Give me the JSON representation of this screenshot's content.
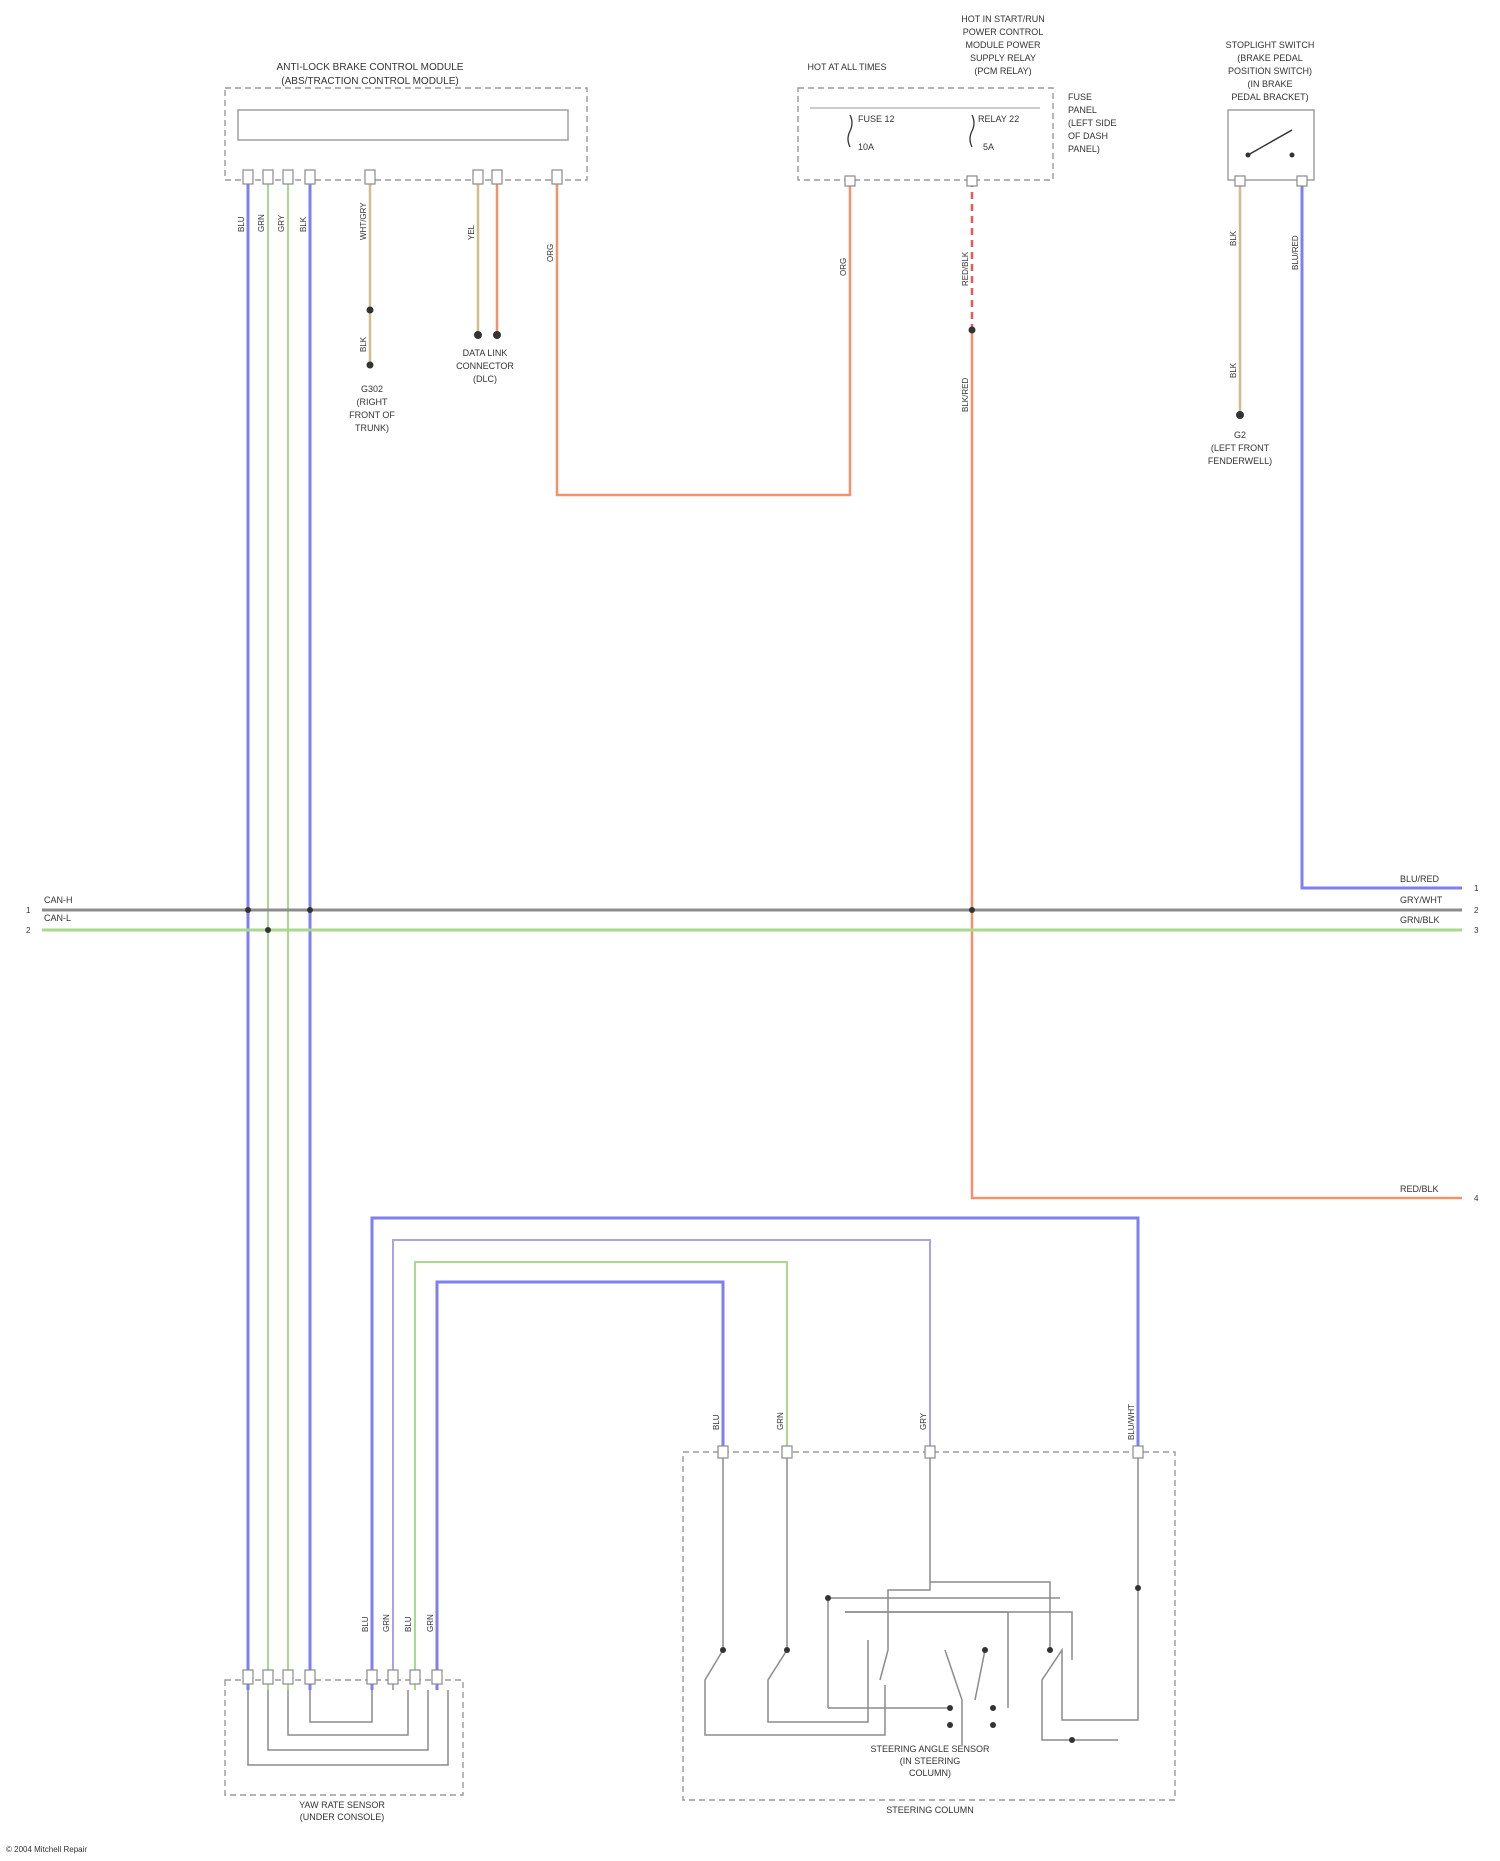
{
  "colors": {
    "purple": "#7f7ff0",
    "green": "#a9d98c",
    "orange": "#f2926a",
    "tan": "#cdbf8d",
    "gray": "#8c8c8c",
    "lilac": "#a7a3e6",
    "red_dashed": "#e85a5a",
    "outline": "#9a9a9a"
  },
  "components": {
    "abs_module": {
      "title": "ANTI-LOCK BRAKE CONTROL MODULE",
      "subtitle": "(ABS/TRACTION CONTROL MODULE)"
    },
    "fuse_box": {
      "title": "UNDERHOOD FUSE BOX",
      "fuse_label": "FUSE 12",
      "fuse_amp": "10A",
      "relay_label": "RELAY 22",
      "relay_amp": "5A"
    },
    "hot_text": {
      "lines": [
        "HOT AT ALL TIMES"
      ]
    },
    "relay_desc": {
      "lines": [
        "HOT IN START/RUN",
        "POWER CONTROL",
        "MODULE POWER",
        "SUPPLY RELAY",
        "(PCM RELAY)"
      ]
    },
    "fuse_note": {
      "lines": [
        "FUSE",
        "PANEL",
        "(LEFT SIDE",
        "OF DASH",
        "PANEL)"
      ]
    },
    "stoplight_switch": {
      "lines": [
        "STOPLIGHT SWITCH",
        "(BRAKE PEDAL",
        "POSITION SWITCH)",
        "(IN BRAKE",
        "PEDAL BRACKET)"
      ]
    },
    "ground_left": {
      "lines": [
        "G302",
        "(RIGHT",
        "FRONT OF",
        "TRUNK)"
      ]
    },
    "data_link": {
      "lines": [
        "DATA LINK",
        "CONNECTOR",
        "(DLC)"
      ]
    },
    "ground_right": {
      "lines": [
        "G2",
        "(LEFT FRONT",
        "FENDERWELL)"
      ]
    },
    "yaw_sensor": {
      "title": "YAW RATE SENSOR",
      "subtitle": "(UNDER CONSOLE)"
    },
    "steering_sensor": {
      "lines": [
        "STEERING ANGLE SENSOR",
        "(IN STEERING",
        "COLUMN)"
      ],
      "footer": "STEERING COLUMN"
    }
  },
  "wire_labels": {
    "abs_pin_1": "BLU",
    "abs_pin_2": "GRN",
    "abs_pin_3": "GRY",
    "abs_pin_4": "BLK",
    "abs_pin_5": "WHT/GRY",
    "abs_pin_6": "YEL",
    "abs_pin_7": "ORG",
    "gnd_left": "BLK",
    "fuse_out": "ORG",
    "relay_out": "RED/BLK",
    "relay_below": "BLK/RED",
    "stop_left": "BLK",
    "stop_right": "BLU/RED",
    "gnd_right": "BLK",
    "yaw_pin_1": "BLU",
    "yaw_pin_2": "GRN",
    "yaw_pin_3": "BLU",
    "yaw_pin_4": "GRN",
    "sas_pin_1": "BLU",
    "sas_pin_2": "GRN",
    "sas_pin_3": "GRY",
    "sas_pin_4": "BLU/WHT"
  },
  "bus_labels": {
    "left_1": "CAN-H",
    "left_2": "CAN-L",
    "right_0": "BLU/RED",
    "right_1": "GRY/WHT",
    "right_2": "GRN/BLK",
    "right_3": "RED/BLK",
    "left_num_1": "1",
    "left_num_2": "2",
    "right_num_0": "1",
    "right_num_1": "2",
    "right_num_2": "3",
    "right_num_3": "4"
  },
  "footer": {
    "copyright": "© 2004 Mitchell Repair"
  }
}
